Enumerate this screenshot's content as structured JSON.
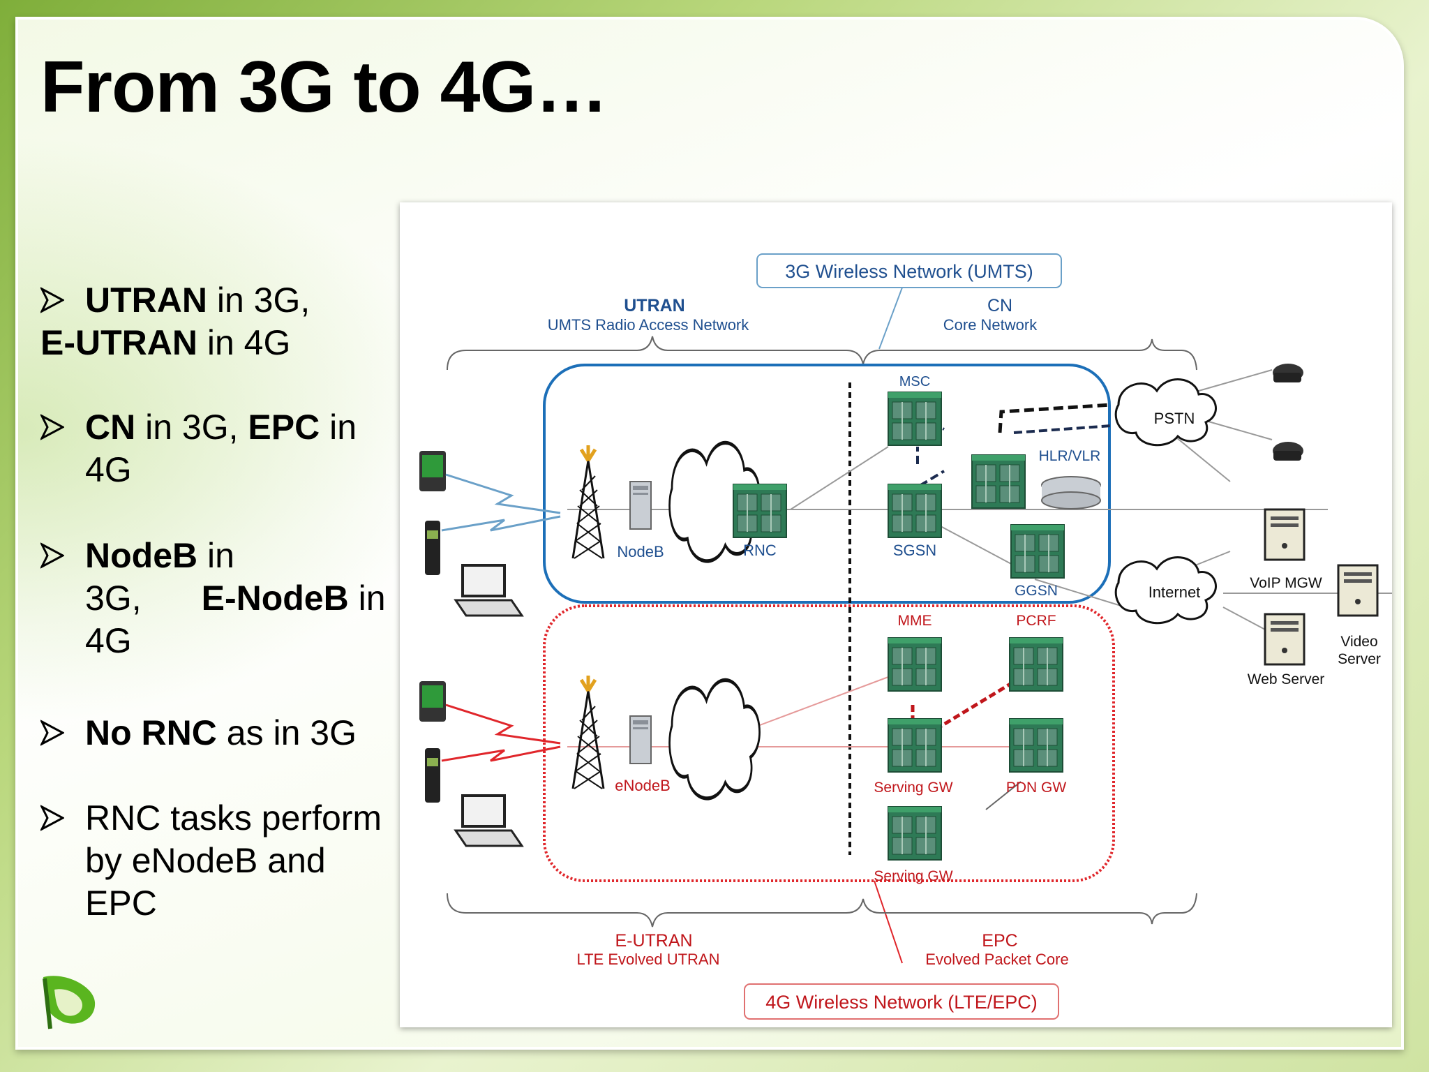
{
  "slide": {
    "title": "From 3G to 4G…"
  },
  "bullets": [
    {
      "l1_b": "UTRAN",
      "l1": " in 3G,",
      "l2_b": "E-UTRAN",
      "l2": " in 4G"
    },
    {
      "l1_b": "CN",
      "l1": " in 3G, ",
      "l1_b2": "EPC",
      "l1_2": " in",
      "l2": "4G"
    },
    {
      "l1_b": "NodeB",
      "l1": " in",
      "l2": "3G,",
      "l2_b": "E-NodeB",
      "l2_2": " in",
      "l3": "4G"
    },
    {
      "l1_b": "No RNC",
      "l1": " as in 3G"
    },
    {
      "l1": "RNC tasks perform",
      "l2": "by eNodeB and",
      "l3": "EPC"
    }
  ],
  "diagram": {
    "title_3g": "3G Wireless Network (UMTS)",
    "title_4g": "4G Wireless Network (LTE/EPC)",
    "utran": "UTRAN",
    "utran_sub": "UMTS Radio Access Network",
    "cn": "CN",
    "cn_sub": "Core Network",
    "eutran": "E-UTRAN",
    "eutran_sub": "LTE Evolved UTRAN",
    "epc": "EPC",
    "epc_sub": "Evolved Packet Core",
    "nodeb": "NodeB",
    "rnc": "RNC",
    "msc": "MSC",
    "sgsn": "SGSN",
    "hlr": "HLR/VLR",
    "ggsn": "GGSN",
    "pstn": "PSTN",
    "internet": "Internet",
    "voip": "VoIP MGW",
    "video1": "Video",
    "video2": "Server",
    "web": "Web Server",
    "enodeb": "eNodeB",
    "mme": "MME",
    "pcrf": "PCRF",
    "sgw1": "Serving GW",
    "pdn": "PDN GW",
    "sgw2": "Serving GW"
  },
  "colors": {
    "blue": "#1c6fb8",
    "red": "#e0262b",
    "board_green": "#2e7a56",
    "label_blue": "#1f4f8f"
  }
}
